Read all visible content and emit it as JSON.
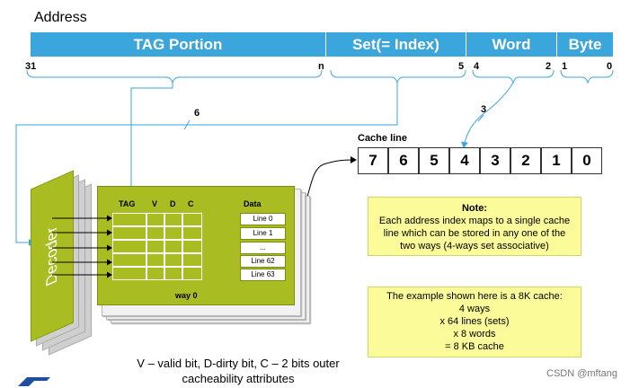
{
  "title": "Address",
  "fields": [
    {
      "label": "TAG Portion"
    },
    {
      "label": "Set(= Index)"
    },
    {
      "label": "Word"
    },
    {
      "label": "Byte"
    }
  ],
  "bits": {
    "tag_high": "31",
    "tag_low": "n",
    "set_high": "5",
    "word_high": "4",
    "word_low": "2",
    "byte_high": "1",
    "byte_low": "0"
  },
  "wires": {
    "index_bits": "6",
    "word_bits": "3"
  },
  "cache_line": {
    "label": "Cache line",
    "cells": [
      "7",
      "6",
      "5",
      "4",
      "3",
      "2",
      "1",
      "0"
    ],
    "highlight_color": "#3aa6db"
  },
  "decoder": {
    "label": "Decoder"
  },
  "way": {
    "headers": {
      "tag": "TAG",
      "v": "V",
      "d": "D",
      "c": "C",
      "data": "Data"
    },
    "lines": [
      "Line 0",
      "Line 1",
      "...",
      "Line 62",
      "Line 63"
    ],
    "name": "way 0",
    "color": "#a9bd22"
  },
  "note": {
    "title": "Note:",
    "text": "Each address index maps to a single cache line which can be stored in any one of the two  ways (4-ways set associative)"
  },
  "example": {
    "lines": [
      "The example shown here is a 8K cache:",
      "4 ways",
      "x 64 lines (sets)",
      "x 8 words",
      "= 8 KB cache"
    ]
  },
  "legend": {
    "line1": "V – valid bit, D-dirty bit, C – 2 bits outer",
    "line2": "cacheability attributes"
  },
  "watermark": "CSDN @mftang",
  "colors": {
    "address_bar": "#3aa6db",
    "way": "#a9bd22",
    "note_bg": "#fbfb9a"
  }
}
